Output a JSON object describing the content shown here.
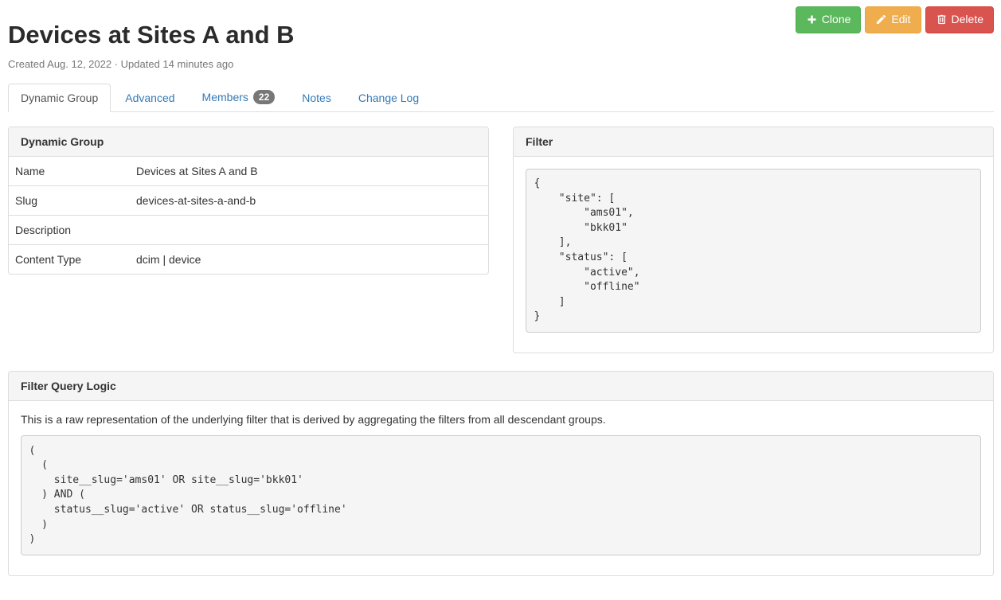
{
  "page": {
    "title": "Devices at Sites A and B",
    "meta": "Created Aug. 12, 2022 · Updated 14 minutes ago"
  },
  "actions": {
    "clone_label": "Clone",
    "edit_label": "Edit",
    "delete_label": "Delete"
  },
  "tabs": [
    {
      "label": "Dynamic Group",
      "active": true
    },
    {
      "label": "Advanced",
      "active": false
    },
    {
      "label": "Members",
      "active": false,
      "badge": "22"
    },
    {
      "label": "Notes",
      "active": false
    },
    {
      "label": "Change Log",
      "active": false
    }
  ],
  "dynamic_group_panel": {
    "title": "Dynamic Group",
    "rows": [
      {
        "label": "Name",
        "value": "Devices at Sites A and B"
      },
      {
        "label": "Slug",
        "value": "devices-at-sites-a-and-b"
      },
      {
        "label": "Description",
        "value": ""
      },
      {
        "label": "Content Type",
        "value": "dcim | device"
      }
    ]
  },
  "filter_panel": {
    "title": "Filter",
    "code": "{\n    \"site\": [\n        \"ams01\",\n        \"bkk01\"\n    ],\n    \"status\": [\n        \"active\",\n        \"offline\"\n    ]\n}"
  },
  "filter_query_panel": {
    "title": "Filter Query Logic",
    "description": "This is a raw representation of the underlying filter that is derived by aggregating the filters from all descendant groups.",
    "code": "(\n  (\n    site__slug='ams01' OR site__slug='bkk01'\n  ) AND (\n    status__slug='active' OR status__slug='offline'\n  )\n)"
  },
  "colors": {
    "clone_green": "#5cb85c",
    "edit_orange": "#f0ad4e",
    "delete_red": "#d9534f",
    "link_blue": "#337ab7",
    "badge_gray": "#777777"
  },
  "icons": {
    "clone": "plus-icon",
    "edit": "pencil-icon",
    "delete": "trash-icon"
  }
}
